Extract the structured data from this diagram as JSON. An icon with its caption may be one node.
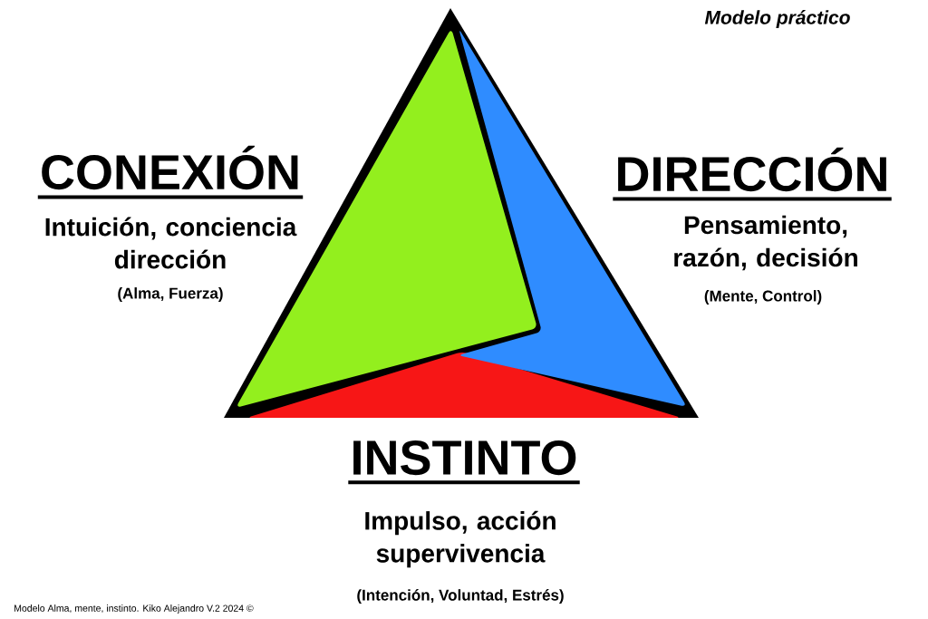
{
  "diagram": {
    "title": "Modelo práctico",
    "labels": [
      "CONEXIÓN",
      "Intuición, conciencia dirección",
      "(Alma, Fuerza)",
      "DIRECCIÓN",
      "Pensamiento, razón, decisión",
      "(Mente, Control)",
      "INSTINTO",
      "Impulso, acción supervivencia",
      "(Intención, Voluntad, Estrés)",
      "Modelo Alma, mente, instinto. Kiko Alejandro V.2 2024 ©"
    ]
  }
}
